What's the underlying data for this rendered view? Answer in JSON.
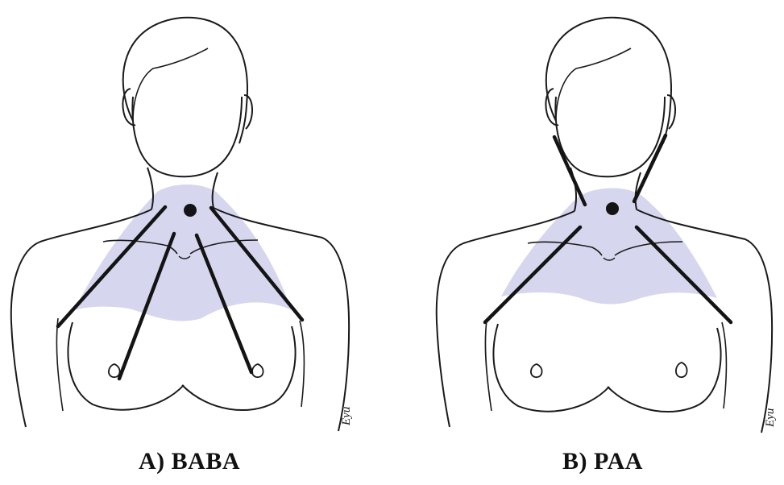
{
  "panels": [
    {
      "id": "A",
      "caption": "A) BABA",
      "signature": "Eyu"
    },
    {
      "id": "B",
      "caption": "B) PAA",
      "signature": "Eyu"
    }
  ],
  "colors": {
    "outline": "#1a1a1a",
    "field_shade": "#d6d7ee",
    "port_line": "#141414",
    "background": "#ffffff"
  }
}
